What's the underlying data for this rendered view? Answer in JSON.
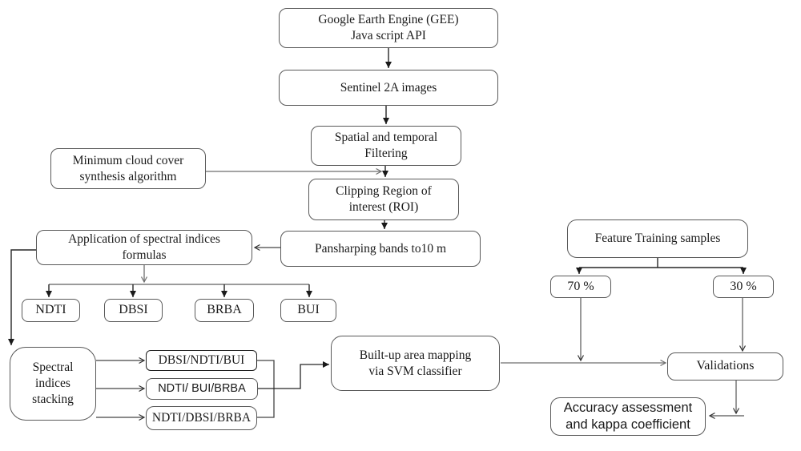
{
  "diagram": {
    "nodes": {
      "gee": {
        "line1": "Google Earth Engine (GEE)",
        "line2": "Java script API"
      },
      "sentinel": {
        "label": "Sentinel 2A images"
      },
      "filtering": {
        "line1": "Spatial and temporal",
        "line2": "Filtering"
      },
      "cloud": {
        "line1": "Minimum cloud cover",
        "line2": "synthesis algorithm"
      },
      "clipping": {
        "line1": "Clipping Region of",
        "line2": "interest (ROI)"
      },
      "pansharp": {
        "label": "Pansharping bands to10 m"
      },
      "application": {
        "line1": "Application of spectral indices",
        "line2": "formulas"
      },
      "ndti": {
        "label": "NDTI"
      },
      "dbsi": {
        "label": "DBSI"
      },
      "brba": {
        "label": "BRBA"
      },
      "bui": {
        "label": "BUI"
      },
      "stacking": {
        "line1": "Spectral",
        "line2": "indices",
        "line3": "stacking"
      },
      "combo1": {
        "label": "DBSI/NDTI/BUI"
      },
      "combo2": {
        "label": "NDTI/ BUI/BRBA"
      },
      "combo3": {
        "label": "NDTI/DBSI/BRBA"
      },
      "svm": {
        "line1": "Built-up area mapping",
        "line2": "via SVM classifier"
      },
      "training": {
        "label": "Feature Training samples"
      },
      "p70": {
        "label": "70 %"
      },
      "p30": {
        "label": "30 %"
      },
      "validations": {
        "label": "Validations"
      },
      "accuracy": {
        "line1": "Accuracy assessment",
        "line2": "and kappa coefficient"
      }
    },
    "colors": {
      "background": "#ffffff",
      "box_border": "#595959",
      "box_border_dark": "#1f1f1f",
      "line_gray": "#6e6e6e",
      "line_black": "#262626",
      "text": "#1a1a1a"
    }
  }
}
